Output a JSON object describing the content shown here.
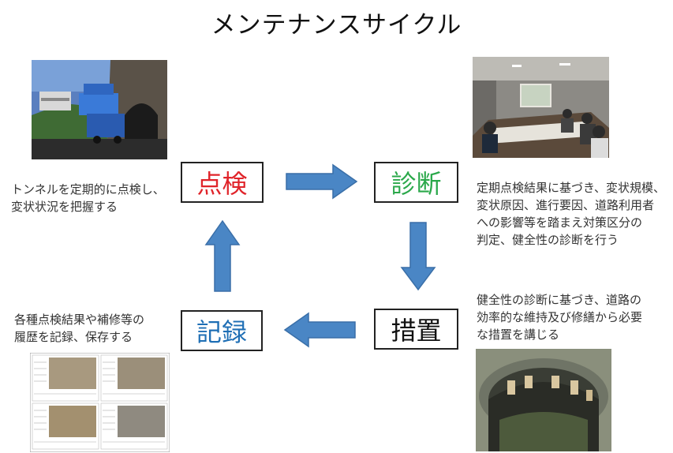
{
  "title": "メンテナンスサイクル",
  "cycle": {
    "inspection": {
      "label": "点検",
      "color": "#e0242a",
      "description": "トンネルを定期的に点検し、\n変状状況を把握する"
    },
    "diagnosis": {
      "label": "診断",
      "color": "#2aa84a",
      "description": "定期点検結果に基づき、変状規模、\n変状原因、進行要因、道路利用者\nへの影響等を踏まえ対策区分の\n判定、健全性の診断を行う"
    },
    "measures": {
      "label": "措置",
      "color": "#111111",
      "description": "健全性の診断に基づき、道路の\n効率的な維持及び修繕から必要\nな措置を講じる"
    },
    "record": {
      "label": "記録",
      "color": "#1f6fb5",
      "description": "各種点検結果や補修等の\n履歴を記録、保存する"
    }
  },
  "colors": {
    "arrow": "#4a86c5",
    "arrow_stroke": "#3a6fa8"
  }
}
